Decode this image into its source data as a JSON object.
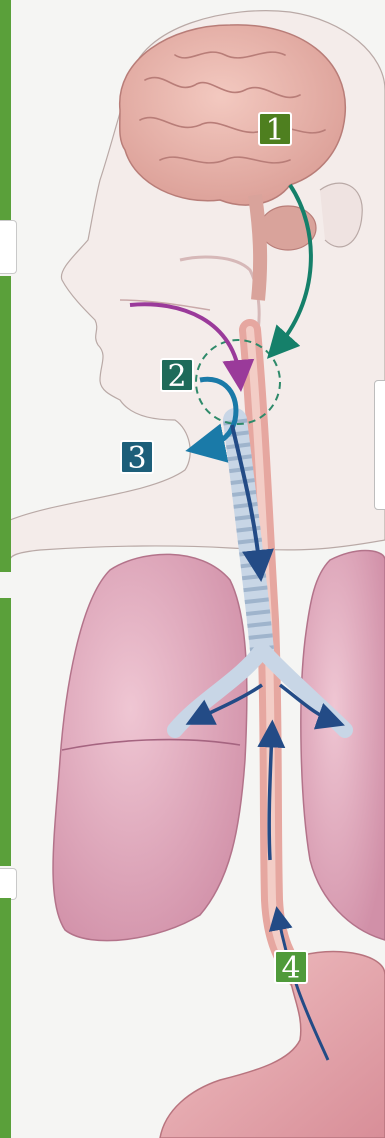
{
  "colors": {
    "sidebar_green": "#5aa03a",
    "badge_olive": "#4e7f1f",
    "badge_teal": "#1e6b5a",
    "badge_blue": "#1d5f7a",
    "badge_green": "#4f9a3a",
    "arrow_green": "#15806a",
    "arrow_purple": "#9a3a9a",
    "arrow_teal": "#1a7aa8",
    "arrow_navy": "#234b86",
    "lung_pink": "#dba0b4",
    "brain_pink": "#e8b0a8"
  },
  "badges": {
    "b1": "1",
    "b2": "2",
    "b3": "3",
    "b4": "4"
  },
  "icons": {
    "brain": "brain-illustration",
    "lungs": "lungs-illustration",
    "stomach": "stomach-illustration",
    "esophagus": "esophagus-illustration",
    "trachea": "trachea-illustration"
  }
}
